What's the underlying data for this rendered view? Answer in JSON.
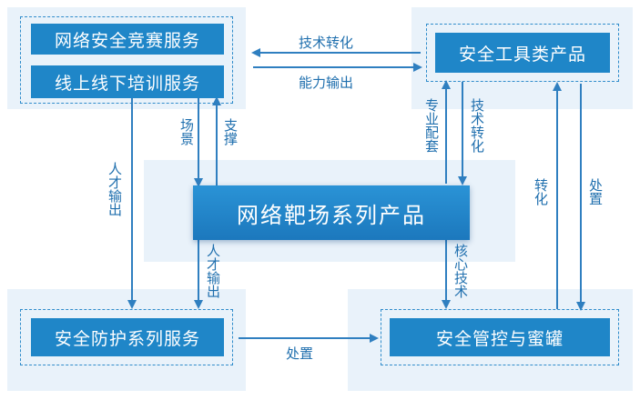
{
  "nodes": {
    "competition": "网络安全竞赛服务",
    "training": "线上线下培训服务",
    "tools": "安全工具类产品",
    "range": "网络靶场系列产品",
    "protection": "安全防护系列服务",
    "control": "安全管控与蜜罐"
  },
  "edges": {
    "tech_transfer_top": "技术转化",
    "capability_output": "能力输出",
    "scene": "场景",
    "support": "支撑",
    "talent_output_left": "人才输出",
    "talent_output_center": "人才输出",
    "professional_support": "专业配套",
    "tech_transfer_right": "技术转化",
    "core_tech": "核心技术",
    "conversion": "转化",
    "disposal_right": "处置",
    "disposal_bottom": "处置"
  },
  "colors": {
    "box": "#1f86c8",
    "zone": "#e9f2fa",
    "arrow": "#2f7fc0",
    "label": "#1f6fae"
  }
}
